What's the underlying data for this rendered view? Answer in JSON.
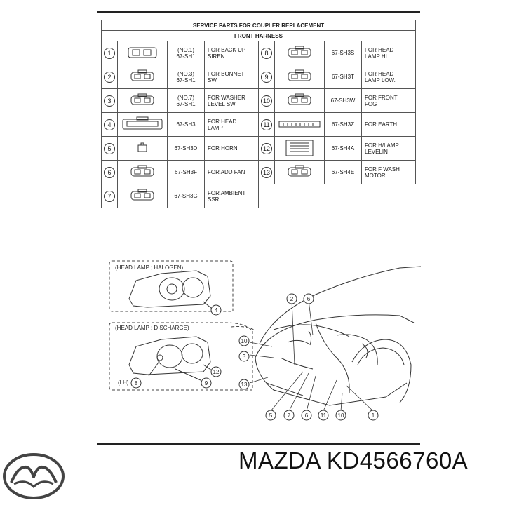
{
  "table": {
    "title": "SERVICE PARTS FOR COUPLER REPLACEMENT",
    "subtitle": "FRONT HARNESS",
    "rows": [
      {
        "left": {
          "num": "1",
          "code_top": "(NO.1)",
          "code": "67-SH1",
          "desc1": "FOR BACK UP",
          "desc2": "SIREN",
          "icon": "connector-wide-icon"
        },
        "right": {
          "num": "8",
          "code_top": "",
          "code": "67-SH3S",
          "desc1": "FOR HEAD",
          "desc2": "LAMP HI.",
          "icon": "connector-icon"
        }
      },
      {
        "left": {
          "num": "2",
          "code_top": "(NO.3)",
          "code": "67-SH1",
          "desc1": "FOR BONNET",
          "desc2": "SW",
          "icon": "connector-icon"
        },
        "right": {
          "num": "9",
          "code_top": "",
          "code": "67-SH3T",
          "desc1": "FOR HEAD",
          "desc2": "LAMP LOW.",
          "icon": "connector-icon"
        }
      },
      {
        "left": {
          "num": "3",
          "code_top": "(NO.7)",
          "code": "67-SH1",
          "desc1": "FOR WASHER",
          "desc2": "LEVEL SW",
          "icon": "connector-icon"
        },
        "right": {
          "num": "10",
          "code_top": "",
          "code": "67-SH3W",
          "desc1": "FOR FRONT",
          "desc2": "FOG",
          "icon": "connector-icon"
        }
      },
      {
        "left": {
          "num": "4",
          "code_top": "",
          "code": "67-SH3",
          "desc1": "FOR HEAD",
          "desc2": "LAMP",
          "icon": "connector-long-icon"
        },
        "right": {
          "num": "11",
          "code_top": "",
          "code": "67-SH3Z",
          "desc1": "FOR EARTH",
          "desc2": "",
          "icon": "connector-strip-icon"
        }
      },
      {
        "left": {
          "num": "5",
          "code_top": "",
          "code": "67-SH3D",
          "desc1": "FOR HORN",
          "desc2": "",
          "icon": "connector-small-icon"
        },
        "right": {
          "num": "12",
          "code_top": "",
          "code": "67-SH4A",
          "desc1": "FOR H/LAMP",
          "desc2": "LEVELIN",
          "icon": "connector-square-icon"
        }
      },
      {
        "left": {
          "num": "6",
          "code_top": "",
          "code": "67-SH3F",
          "desc1": "FOR ADD FAN",
          "desc2": "",
          "icon": "connector-icon"
        },
        "right": {
          "num": "13",
          "code_top": "",
          "code": "67-SH4E",
          "desc1": "FOR F WASH",
          "desc2": "MOTOR",
          "icon": "connector-icon"
        }
      },
      {
        "left": {
          "num": "7",
          "code_top": "",
          "code": "67-SH3G",
          "desc1": "FOR AMBIENT",
          "desc2": "SSR.",
          "icon": "connector-icon"
        },
        "right": null
      }
    ]
  },
  "diagram": {
    "halogen_label": "(HEAD LAMP ; HALOGEN)",
    "discharge_label": "(HEAD LAMP ; DISCHARGE)",
    "lh_label": "(LH)",
    "callouts": {
      "halogen_4": "4",
      "discharge_8": "8",
      "discharge_9": "9",
      "discharge_12": "12",
      "car_2": "2",
      "car_6": "6",
      "car_10": "10",
      "car_3": "3",
      "car_13": "13",
      "bottom": [
        "5",
        "7",
        "6",
        "11",
        "10",
        "1"
      ]
    }
  },
  "footer": {
    "brand": "MAZDA",
    "part_number": "KD4566760A",
    "logo_icon": "mazda-logo-icon"
  }
}
